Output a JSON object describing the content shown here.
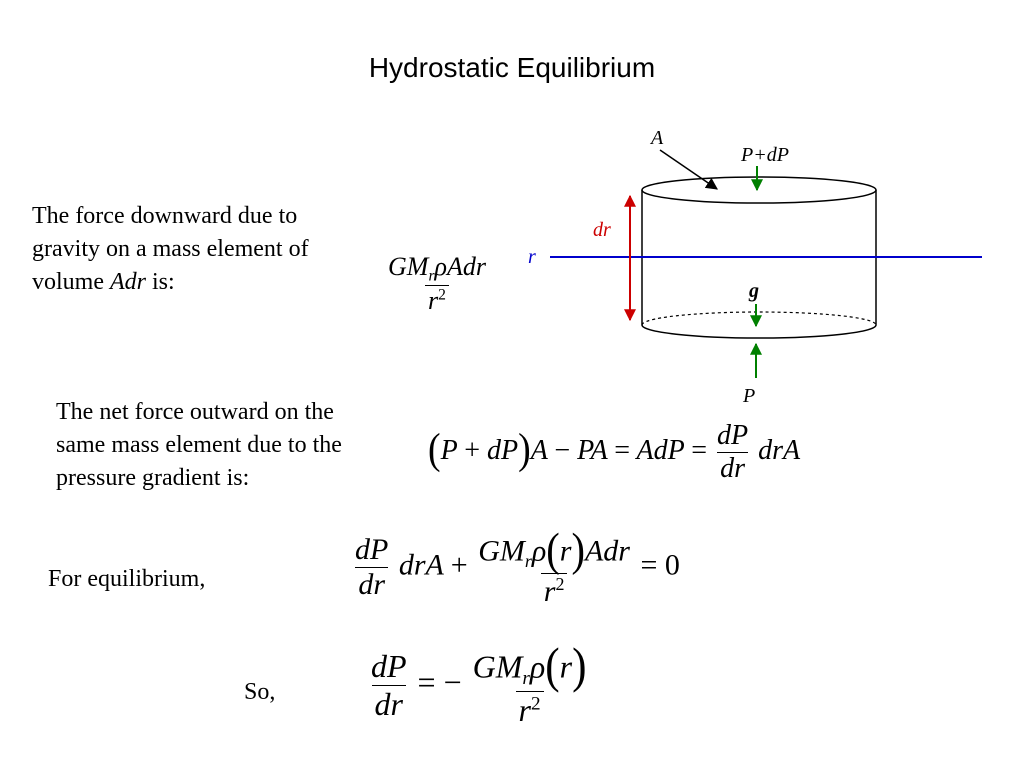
{
  "title": "Hydrostatic Equilibrium",
  "text1": {
    "line1": "The force downward due to",
    "line2": "gravity on a mass element of",
    "line3_prefix": "volume ",
    "line3_var": "Adr",
    "line3_suffix": " is:"
  },
  "text2": {
    "line1": "The net force outward on the",
    "line2": "same mass element due to the",
    "line3": "pressure gradient is:"
  },
  "text3": "For equilibrium,",
  "text4": "So,",
  "diagram": {
    "label_A": "A",
    "label_P_dP": "P+dP",
    "label_dr": "dr",
    "label_r": "r",
    "label_g": "g",
    "label_P": "P",
    "colors": {
      "dr_arrow": "#cc0000",
      "r_line": "#0000cc",
      "force_arrows": "#008000"
    }
  }
}
